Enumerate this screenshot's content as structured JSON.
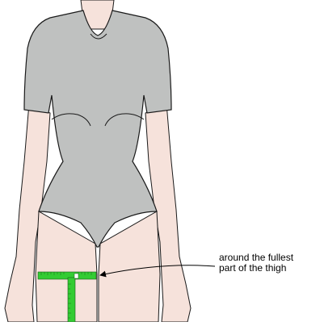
{
  "figure": {
    "subject": "female-figure-in-bodysuit",
    "colors": {
      "skin": "#f6e2db",
      "garment": "#bfc1c0",
      "outline": "#1a1a1a",
      "tape": "#33cc33",
      "tape_marks": "#1f7a1f"
    }
  },
  "annotation": {
    "line1": "around the fullest",
    "line2": "part of the thigh"
  }
}
